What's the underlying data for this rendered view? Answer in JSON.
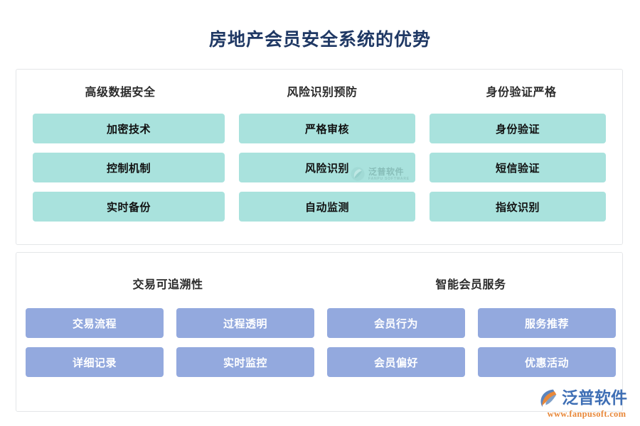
{
  "page": {
    "title": "房地产会员安全系统的优势",
    "title_color": "#1f3864",
    "background": "#ffffff"
  },
  "cards": {
    "security": {
      "pill_color": "#a9e2dd",
      "pill_text_color": "#111111",
      "columns": [
        {
          "heading": "高级数据安全",
          "items": [
            "加密技术",
            "控制机制",
            "实时备份"
          ]
        },
        {
          "heading": "风险识别预防",
          "items": [
            "严格审核",
            "风险识别",
            "自动监测"
          ]
        },
        {
          "heading": "身份验证严格",
          "items": [
            "身份验证",
            "短信验证",
            "指纹识别"
          ]
        }
      ]
    },
    "services": {
      "pill_color": "#93a9de",
      "pill_text_color": "#ffffff",
      "columns": [
        {
          "heading": "交易可追溯性",
          "items": [
            "交易流程",
            "过程透明",
            "详细记录",
            "实时监控"
          ]
        },
        {
          "heading": "智能会员服务",
          "items": [
            "会员行为",
            "服务推荐",
            "会员偏好",
            "优惠活动"
          ]
        }
      ]
    }
  },
  "security_pill_order": [
    "加密技术",
    "严格审核",
    "身份验证",
    "控制机制",
    "风险识别",
    "短信验证",
    "实时备份",
    "自动监测",
    "指纹识别"
  ],
  "services_pill_order": [
    "交易流程",
    "过程透明",
    "会员行为",
    "服务推荐",
    "详细记录",
    "实时监控",
    "会员偏好",
    "优惠活动"
  ],
  "watermark": {
    "cn": "泛普软件",
    "en": "FANPU SOFTWARE"
  },
  "logo": {
    "cn": "泛普软件",
    "url": "www.fanpusoft.com",
    "cn_color": "#3f6fb5",
    "url_color": "#e8883a"
  }
}
